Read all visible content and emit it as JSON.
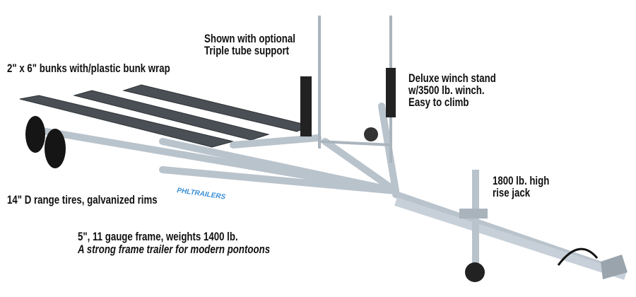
{
  "annotations": {
    "triple_tube": [
      "Shown with optional",
      "Triple tube support"
    ],
    "bunks": "2\" x 6\" bunks with/plastic bunk wrap",
    "winch_stand": [
      "Deluxe winch stand",
      "w/3500 lb. winch.",
      "Easy to climb"
    ],
    "tires": "14\" D range tires, galvanized rims",
    "jack": [
      "1800 lb. high",
      "rise jack"
    ],
    "frame": "5\", 11 gauge frame, weights 1400 lb.",
    "tagline": "A strong frame trailer for modern pontoons"
  },
  "logo_text": "PHLTRAILERS",
  "colors": {
    "galvanized": "#b9c3cc",
    "bunk": "#4a4f55",
    "tire": "#151515",
    "logo": "#3a8fd6"
  }
}
